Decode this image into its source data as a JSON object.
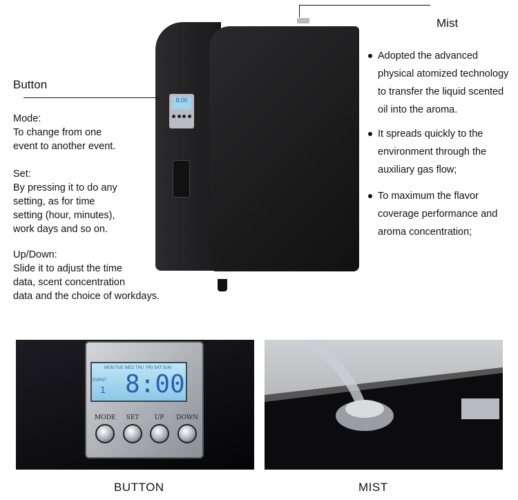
{
  "callouts": {
    "mist": "Mist",
    "button": "Button"
  },
  "left_desc": [
    {
      "title": "Mode:",
      "lines": [
        "To change from one",
        "event to another event."
      ]
    },
    {
      "title": "Set:",
      "lines": [
        "By pressing it to do any",
        "setting, as for time",
        "setting (hour, minutes),",
        "work days and so on."
      ]
    },
    {
      "title": "Up/Down:",
      "lines": [
        "Slide it to adjust the time",
        "data, scent concentration",
        "data and the choice of workdays."
      ]
    }
  ],
  "right_bullets": [
    [
      "Adopted the advanced",
      "physical atomized technology",
      "to transfer the liquid scented",
      "oil into the aroma."
    ],
    [
      "It spreads quickly to the",
      "environment through the",
      "auxiliary gas flow;"
    ],
    [
      "To maximum the flavor",
      "coverage performance and",
      "aroma concentration;"
    ]
  ],
  "panel": {
    "days": "MON TUE WED THU  FRI SAT SUN",
    "event_label": "EVENT",
    "event_num": "1",
    "time": "8:00",
    "buttons": [
      "MODE",
      "SET",
      "UP",
      "DOWN"
    ]
  },
  "captions": {
    "left": "BUTTON",
    "right": "MIST"
  }
}
